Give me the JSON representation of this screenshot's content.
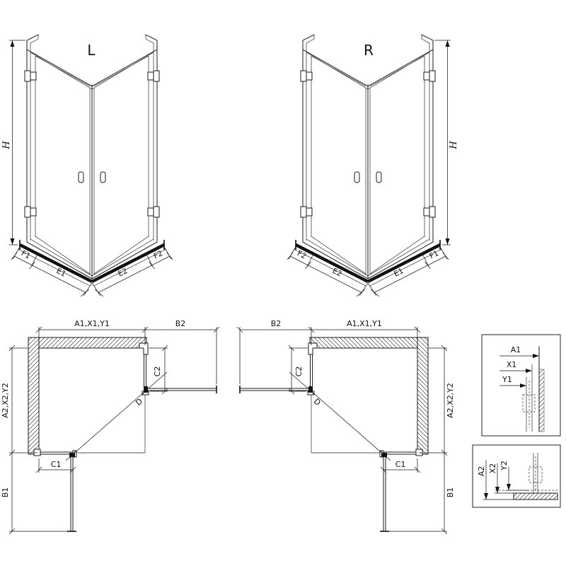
{
  "diagram": {
    "views3d": {
      "left": {
        "label": "L",
        "height": "H",
        "bottom_left": [
          "F1",
          "E1"
        ],
        "bottom_right": [
          "E2",
          "F2"
        ]
      },
      "right": {
        "label": "R",
        "height": "H",
        "bottom_left": [
          "F2",
          "E2"
        ],
        "bottom_right": [
          "E1",
          "F1"
        ]
      }
    },
    "plans": {
      "left": {
        "top": "A1,X1,Y1",
        "top_outer": "B2",
        "side": "C2",
        "depth": "A2,X2,Y2",
        "bottom": "C1",
        "bottom_outer": "B1",
        "diagonal": "D"
      },
      "right": {
        "top": "A1,X1,Y1",
        "top_outer": "B2",
        "side": "C2",
        "depth": "A2,X2,Y2",
        "bottom": "C1",
        "bottom_outer": "B1",
        "diagonal": "D"
      }
    },
    "details": {
      "wall_profile": {
        "dims": [
          "A1",
          "X1",
          "Y1"
        ]
      },
      "floor_profile": {
        "dims": [
          "A2",
          "X2",
          "Y2"
        ]
      }
    }
  }
}
